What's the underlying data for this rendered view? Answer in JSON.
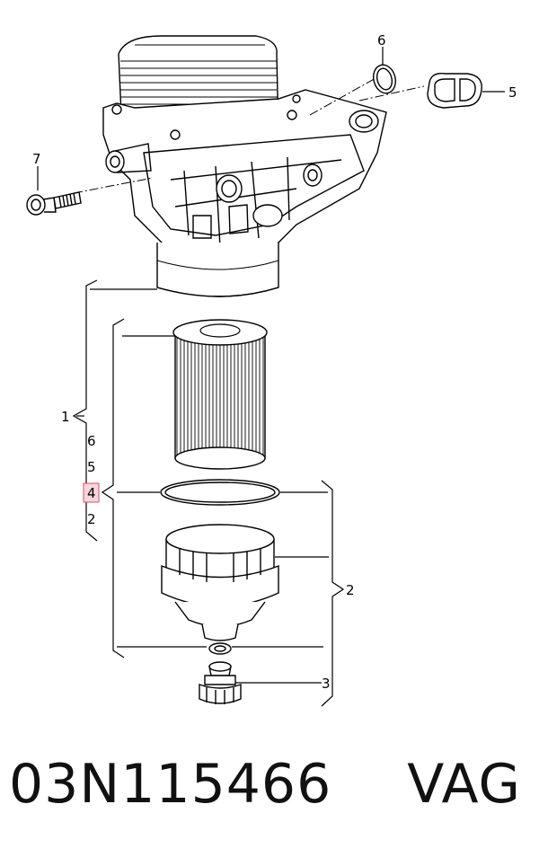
{
  "diagram": {
    "callouts": {
      "c6_top": "6",
      "c5_top": "5",
      "c7": "7",
      "c1": "1",
      "sub6": "6",
      "sub5": "5",
      "sub4": "4",
      "sub2": "2",
      "c2": "2",
      "c3": "3"
    }
  },
  "footer": {
    "part_number": "03N115466",
    "brand": "VAG"
  },
  "colors": {
    "highlight": "#f7d6dc",
    "line": "#000000"
  }
}
